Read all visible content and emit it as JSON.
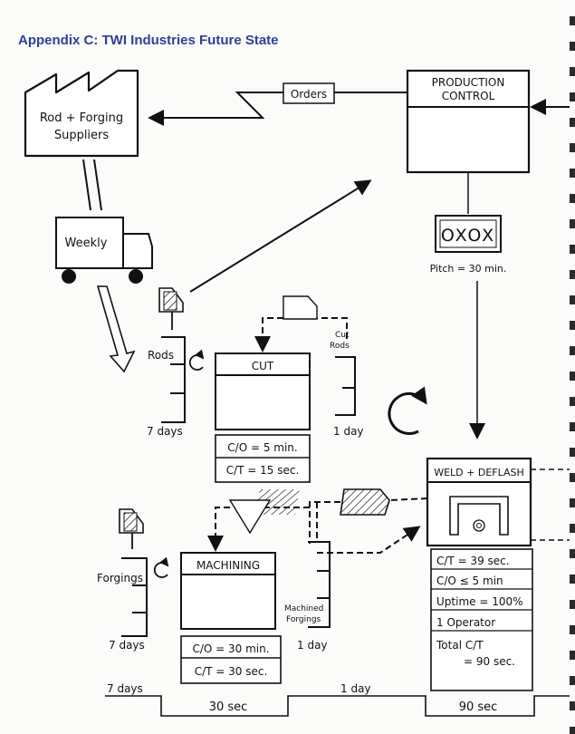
{
  "page": {
    "title": "Appendix C: TWI Industries Future State"
  },
  "supplier": {
    "line1": "Rod + Forging",
    "line2": "Suppliers"
  },
  "orders_label": "Orders",
  "production_control": {
    "line1": "PRODUCTION",
    "line2": "CONTROL"
  },
  "truck_label": "Weekly",
  "heijunka": {
    "text": "OXOX",
    "pitch": "Pitch = 30 min."
  },
  "cut": {
    "name": "CUT",
    "inv_in_label": "Rods",
    "inv_in_days": "7 days",
    "inv_out_label_1": "Cut",
    "inv_out_label_2": "Rods",
    "inv_out_days": "1 day",
    "data": [
      "C/O = 5 min.",
      "C/T = 15 sec."
    ]
  },
  "machining": {
    "name": "MACHINING",
    "inv_in_label": "Forgings",
    "inv_in_days": "7 days",
    "inv_out_label_1": "Machined",
    "inv_out_label_2": "Forgings",
    "inv_out_days": "1 day",
    "data": [
      "C/O = 30 min.",
      "C/T = 30 sec."
    ]
  },
  "weld": {
    "name": "WELD + DEFLASH",
    "data": [
      "C/T = 39 sec.",
      "C/O ≤ 5 min",
      "Uptime = 100%",
      "1 Operator"
    ],
    "total_1": "Total C/T",
    "total_2": "= 90 sec."
  },
  "timeline": {
    "left_days": "7 days",
    "mid_days": "1 day",
    "first_ct": "30 sec",
    "second_ct": "90 sec"
  }
}
